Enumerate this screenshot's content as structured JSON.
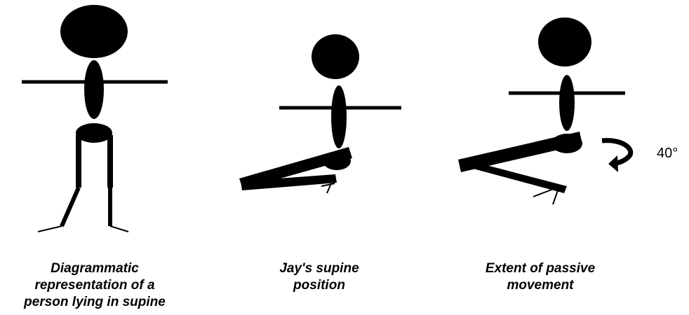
{
  "figures": [
    {
      "id": "reference",
      "caption_lines": [
        "Diagrammatic",
        "representation of a",
        "person lying in supine"
      ]
    },
    {
      "id": "jay",
      "caption_lines": [
        "Jay's supine",
        "position"
      ]
    },
    {
      "id": "passive",
      "caption_lines": [
        "Extent of passive",
        "movement"
      ],
      "angle_label": "40°"
    }
  ],
  "colors": {
    "ink": "#000000",
    "background": "#ffffff"
  },
  "icons": [
    "rotation-arrow-icon"
  ]
}
